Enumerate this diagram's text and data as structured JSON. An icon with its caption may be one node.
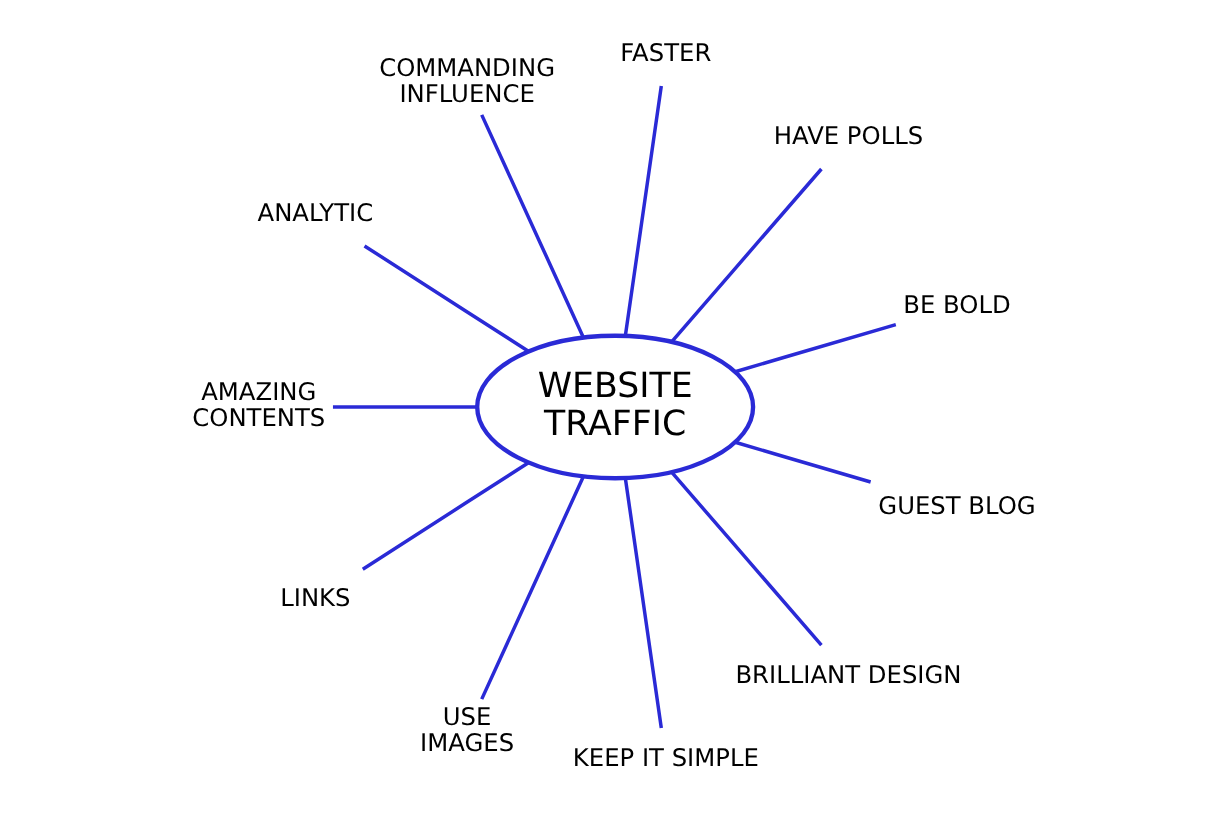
{
  "diagram": {
    "nodes": [
      {
        "text": [
          "WEBSITE TRAFFIC"
        ]
      },
      {
        "text": [
          "FASTER"
        ]
      },
      {
        "text": [
          "HAVE POLLS"
        ]
      },
      {
        "text": [
          "BE BOLD"
        ]
      },
      {
        "text": [
          "GUEST BLOG"
        ]
      },
      {
        "text": [
          "BRILLIANT DESIGN"
        ]
      },
      {
        "text": [
          "KEEP IT SIMPLE"
        ]
      },
      {
        "text": [
          "USE IMAGES"
        ]
      },
      {
        "text": [
          "LINKS"
        ]
      },
      {
        "text": [
          "AMAZING CONTENTS"
        ]
      },
      {
        "text": [
          "ANALYTIC"
        ]
      },
      {
        "text": [
          "COMMANDING INFLUENCE"
        ]
      }
    ],
    "edges": [
      {
        "from": 0,
        "to": 1,
        "arrow": "none"
      },
      {
        "from": 0,
        "to": 2,
        "arrow": "none"
      },
      {
        "from": 0,
        "to": 3,
        "arrow": "none"
      },
      {
        "from": 0,
        "to": 4,
        "arrow": "none"
      },
      {
        "from": 0,
        "to": 5,
        "arrow": "none"
      },
      {
        "from": 0,
        "to": 6,
        "arrow": "none"
      },
      {
        "from": 0,
        "to": 7,
        "arrow": "none"
      },
      {
        "from": 0,
        "to": 8,
        "arrow": "none"
      },
      {
        "from": 0,
        "to": 9,
        "arrow": "none"
      },
      {
        "from": 0,
        "to": 10,
        "arrow": "none"
      },
      {
        "from": 0,
        "to": 11,
        "arrow": "none"
      }
    ]
  }
}
